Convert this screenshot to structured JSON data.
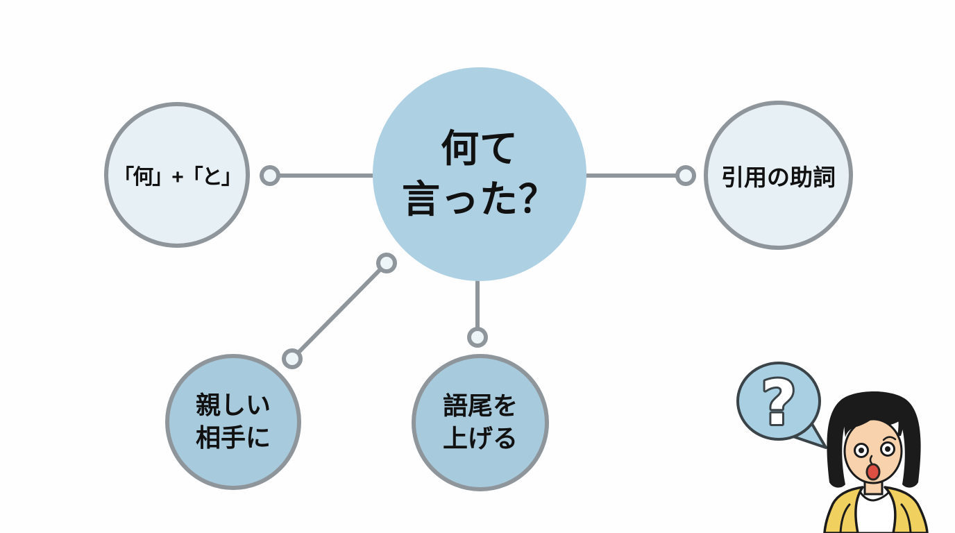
{
  "center_node": {
    "line1": "何て",
    "line2": "言った？"
  },
  "left_node": {
    "label": "「何」+「と」"
  },
  "right_node": {
    "label": "引用の助詞"
  },
  "bottom_left_node": {
    "line1": "親しい",
    "line2": "相手に"
  },
  "bottom_center_node": {
    "line1": "語尾を",
    "line2": "上げる"
  },
  "speech_bubble": {
    "question_mark": "?"
  },
  "colors": {
    "center_fill": "#aed0e3",
    "satellite_light_fill": "#e7f0f5",
    "satellite_medium_fill": "#a8cadd",
    "connector_gray": "#8e969c",
    "connector_dot_fill": "#eef5f9",
    "text_black": "#111111",
    "bubble_fill": "#a9cfe3",
    "bubble_outline": "#3a4347",
    "question_mark_fill": "#ffffff",
    "hair_black": "#1b1b1b",
    "skin": "#f8d2ac",
    "mouth_red": "#dd4f43",
    "cardigan_yellow": "#f0d05e",
    "shirt_white": "#ffffff"
  }
}
